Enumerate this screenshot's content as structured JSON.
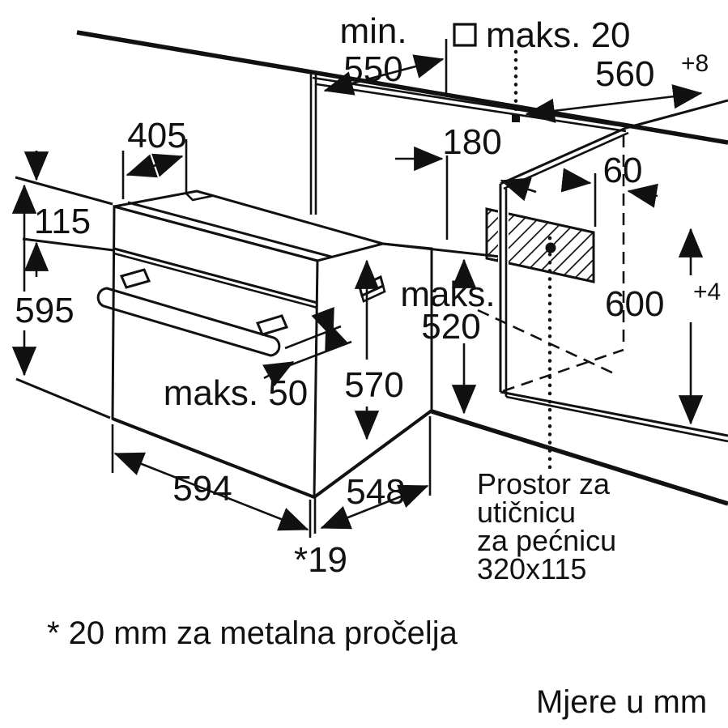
{
  "colors": {
    "line": "#111111",
    "background": "#ffffff"
  },
  "dimensions": {
    "worktop_depth_prefix": "min.",
    "worktop_depth": "550",
    "max_gap": "maks. 20",
    "niche_width": "560",
    "niche_width_tol": "+8",
    "top_depth": "405",
    "panel_height": "115",
    "oven_height": "595",
    "socket_offset": "180",
    "socket_back_offset": "60",
    "max_recess_prefix": "maks.",
    "max_recess": "520",
    "body_height": "570",
    "max_handle": "maks. 50",
    "niche_height": "600",
    "niche_height_tol": "+4",
    "oven_width": "594",
    "body_depth": "548",
    "front_clearance": "*19"
  },
  "socket_note": {
    "line1": "Prostor za",
    "line2": "utičnicu",
    "line3": "za pećnicu",
    "line4": "320x115"
  },
  "footnote": "* 20 mm za metalna pročelja",
  "units_note": "Mjere u mm"
}
